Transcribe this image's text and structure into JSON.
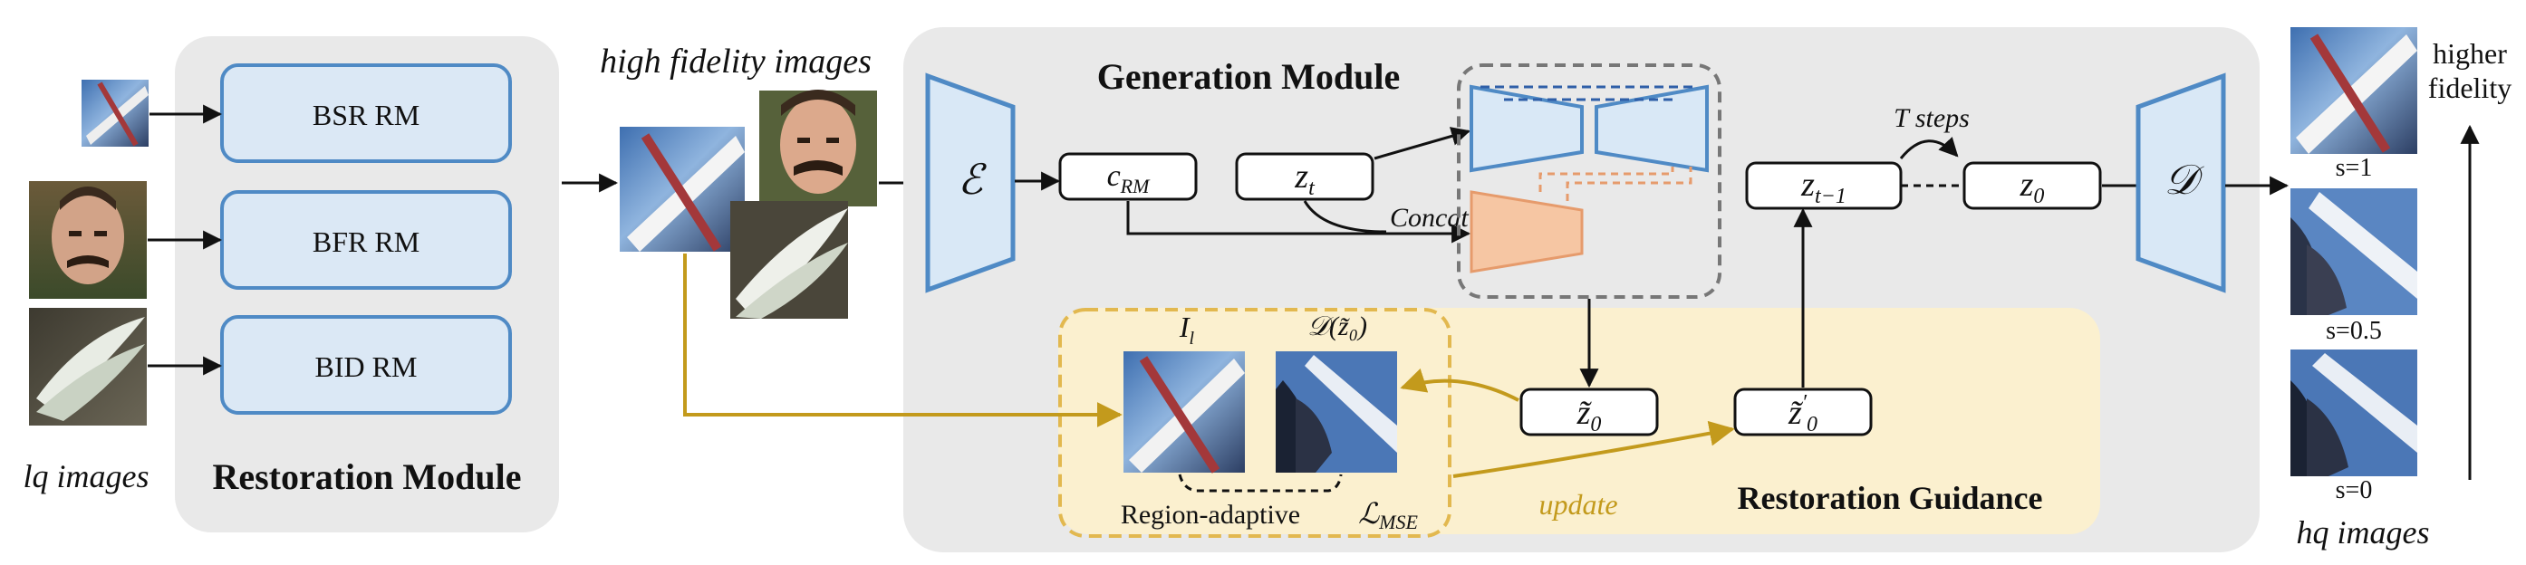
{
  "left": {
    "lq_label": "lq images",
    "module_title": "Restoration Module",
    "rm_boxes": [
      "BSR RM",
      "BFR RM",
      "BID RM"
    ]
  },
  "middle": {
    "hf_label": "high fidelity images"
  },
  "generation": {
    "title": "Generation Module",
    "encoder": "ℰ",
    "decoder": "𝒟",
    "c_rm": {
      "base": "c",
      "sub": "RM"
    },
    "z_t": {
      "base": "z",
      "sub": "t"
    },
    "concat": "Concat",
    "t_steps": "T steps",
    "z_t1": {
      "base": "z",
      "sub": "t−1"
    },
    "z_0": {
      "base": "z",
      "sub": "0"
    }
  },
  "guidance": {
    "title": "Restoration Guidance",
    "update": "update",
    "i_label": {
      "base": "I",
      "sub": "l"
    },
    "d_label": "𝒟(z̃₀)",
    "region_adaptive": "Region-adaptive",
    "loss": {
      "base": "ℒ",
      "sub": "MSE"
    },
    "z0_tilde": {
      "base": "z̃",
      "sub": "0"
    },
    "z0_prime": {
      "base": "z̃",
      "sub": "0",
      "sup": "′"
    }
  },
  "right": {
    "s_labels": [
      "s=1",
      "s=0.5",
      "s=0"
    ],
    "fidelity": [
      "higher",
      "fidelity"
    ],
    "hq_label": "hq images"
  },
  "colors": {
    "module_bg": "#e9e9e9",
    "rm_fill": "#dbe8f5",
    "rm_stroke": "#4f8ac5",
    "guidance_bg": "#fbf0cf",
    "gold": "#c39a1c",
    "unet_fill": "#d9e8f6",
    "controlnet_fill": "#f6c6a3",
    "controlnet_stroke": "#e69b6c",
    "dashed_gray": "#777777"
  }
}
